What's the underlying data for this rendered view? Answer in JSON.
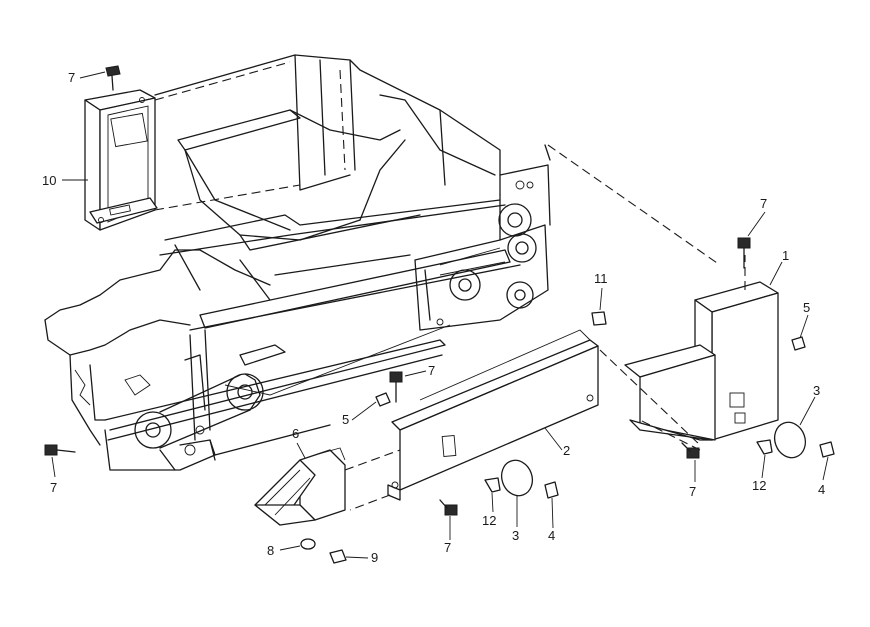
{
  "diagram": {
    "parts": [
      {
        "id": "p1",
        "label": "1"
      },
      {
        "id": "p2",
        "label": "2"
      },
      {
        "id": "p3a",
        "label": "3"
      },
      {
        "id": "p3b",
        "label": "3"
      },
      {
        "id": "p4a",
        "label": "4"
      },
      {
        "id": "p4b",
        "label": "4"
      },
      {
        "id": "p5a",
        "label": "5"
      },
      {
        "id": "p5b",
        "label": "5"
      },
      {
        "id": "p6",
        "label": "6"
      },
      {
        "id": "p7a",
        "label": "7"
      },
      {
        "id": "p7b",
        "label": "7"
      },
      {
        "id": "p7c",
        "label": "7"
      },
      {
        "id": "p7d",
        "label": "7"
      },
      {
        "id": "p7e",
        "label": "7"
      },
      {
        "id": "p7f",
        "label": "7"
      },
      {
        "id": "p8",
        "label": "8"
      },
      {
        "id": "p9",
        "label": "9"
      },
      {
        "id": "p10",
        "label": "10"
      },
      {
        "id": "p11",
        "label": "11"
      },
      {
        "id": "p12a",
        "label": "12"
      },
      {
        "id": "p12b",
        "label": "12"
      }
    ]
  }
}
